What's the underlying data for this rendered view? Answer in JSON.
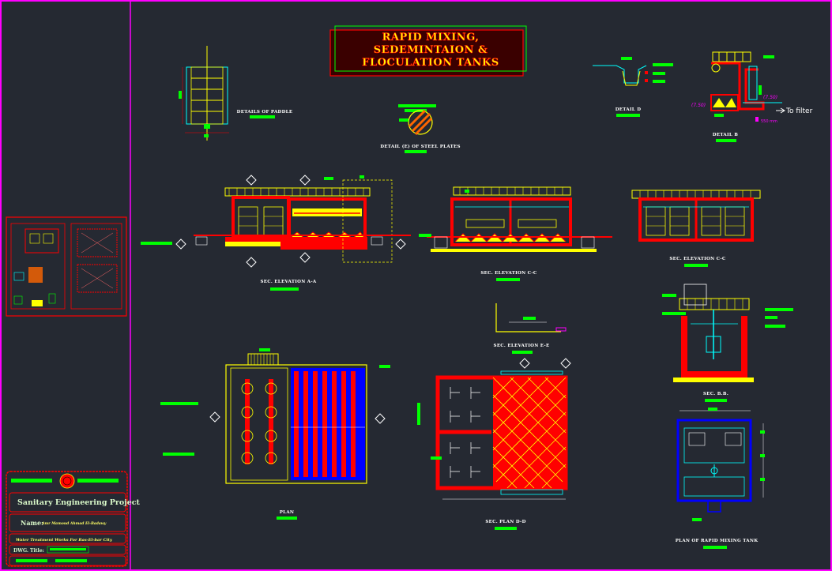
{
  "sheet_title": {
    "line1": "RAPID MIXING,",
    "line2": "SEDEMINTAION &",
    "line3": "FLOCULATION TANKS"
  },
  "views": {
    "paddle": "DETAILS OF PADDLE",
    "steel_plates": "DETAIL (E) OF STEEL PLATES",
    "detail_d": "DETAIL D",
    "detail_b": "DETAIL B",
    "sec_aa": "SEC. ELEVATION A-A",
    "sec_cc_mid": "SEC. ELEVATION C-C",
    "sec_cc_right": "SEC. ELEVATION C-C",
    "sec_ee": "SEC. ELEVATION E-E",
    "sec_bb": "SEC. B.B.",
    "plan": "PLAN",
    "sec_plan_dd": "SEC. PLAN D-D",
    "plan_rapid": "PLAN OF RAPID MIXING TANK"
  },
  "annotations": {
    "to_filter": "To filter",
    "level_a": "(7.50)",
    "level_b": "(7.50)",
    "dim_550": "550 mm"
  },
  "title_block": {
    "project": "Sanitary Engineering Project",
    "name_label": "Name:",
    "name_value": "Amr Mamoud Ahmad El-Badawy",
    "works": "Water Treatment Works For Ras-El-bar City",
    "dwg_label": "DWG. Title:"
  },
  "colors": {
    "background": "#252932",
    "frame": "#ff00ff",
    "wall": "#ff0000",
    "rail": "#ffff00",
    "dim_tag": "#00ff00",
    "water": "#00ffff",
    "pipe": "#0000ff"
  }
}
